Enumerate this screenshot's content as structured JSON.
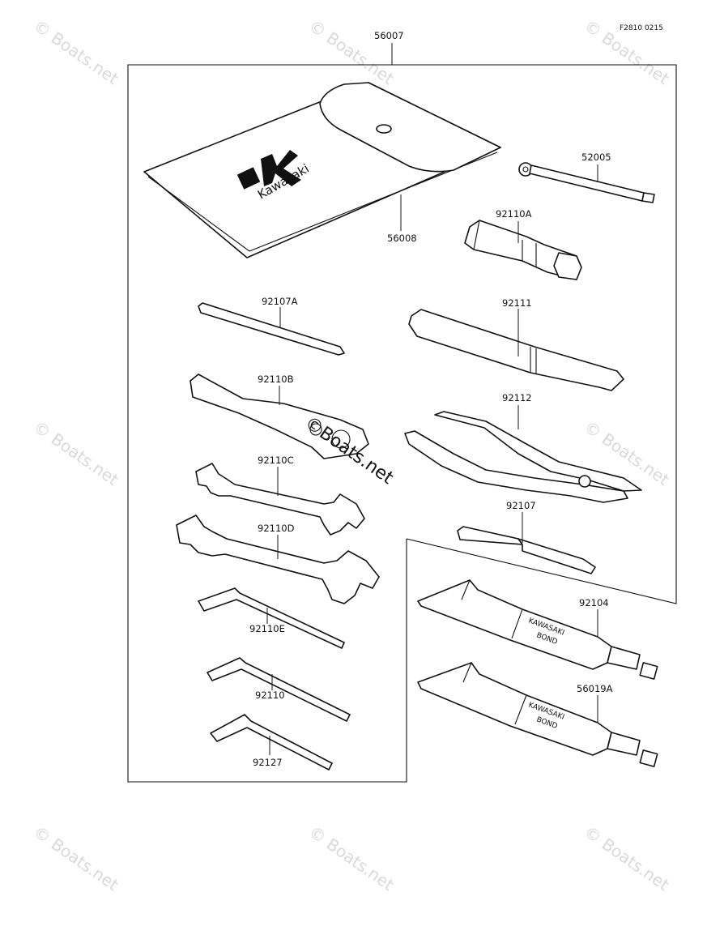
{
  "figure_code": "F2810 0215",
  "watermark": "© Boats.net",
  "center_watermark": "©Boats.net",
  "bag_brand": "Kawasaki",
  "tube_text": {
    "line1": "KAWASAKI",
    "line2": "BOND"
  },
  "parts": {
    "toolkit": "56007",
    "case": "56008",
    "screwdriver_handle": "52005",
    "plug_wrench": "92110A",
    "handle_bar": "92111",
    "screwdriver_small": "92107A",
    "box_wrench": "92110B",
    "pliers": "92112",
    "open_wrench_c": "92110C",
    "open_wrench_d": "92110D",
    "screwdriver": "92107",
    "bond_tube_1": "92104",
    "bond_tube_2": "56019A",
    "hex_wrench_e": "92110E",
    "hex_wrench": "92110",
    "hex_wrench_large": "92127"
  }
}
